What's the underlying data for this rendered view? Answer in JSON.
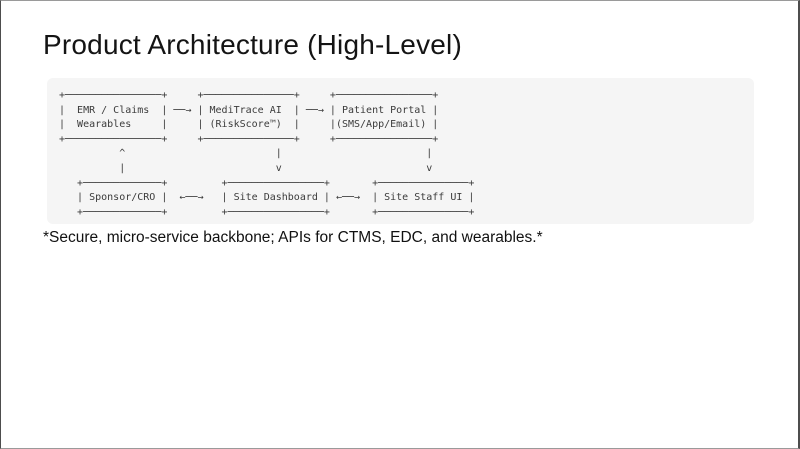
{
  "slide": {
    "title": "Product Architecture (High-Level)",
    "caption": "*Secure, micro-service backbone; APIs for CTMS, EDC, and wearables.*"
  },
  "diagram": {
    "type": "ascii-architecture",
    "lines": [
      "+────────────────+     +───────────────+     +────────────────+",
      "|  EMR / Claims  | ──→ | MediTrace AI  | ──→ | Patient Portal |",
      "|  Wearables     |     | (RiskScore™)  |     |(SMS/App/Email) |",
      "+────────────────+     +───────────────+     +────────────────+",
      "          ^                         |                        |",
      "          |                         v                        v",
      "   +─────────────+         +────────────────+       +───────────────+",
      "   | Sponsor/CRO |  ←──→   | Site Dashboard | ←──→  | Site Staff UI |",
      "   +─────────────+         +────────────────+       +───────────────+"
    ],
    "nodes": [
      "EMR / Claims Wearables",
      "MediTrace AI (RiskScore™)",
      "Patient Portal (SMS/App/Email)",
      "Sponsor/CRO",
      "Site Dashboard",
      "Site Staff UI"
    ],
    "edges": [
      "EMR / Claims Wearables → MediTrace AI",
      "MediTrace AI → Patient Portal",
      "Sponsor/CRO ↑ EMR / Claims Wearables",
      "MediTrace AI ↓ Site Dashboard",
      "Patient Portal ↓ Site Staff UI",
      "Sponsor/CRO ↔ Site Dashboard",
      "Site Dashboard ↔ Site Staff UI"
    ]
  },
  "colors": {
    "page_bg": "#ffffff",
    "code_block_bg": "#f5f5f5",
    "diagram_text": "#3b3b3b",
    "title_text": "#141414",
    "frame_border": "#4d4d4d"
  }
}
